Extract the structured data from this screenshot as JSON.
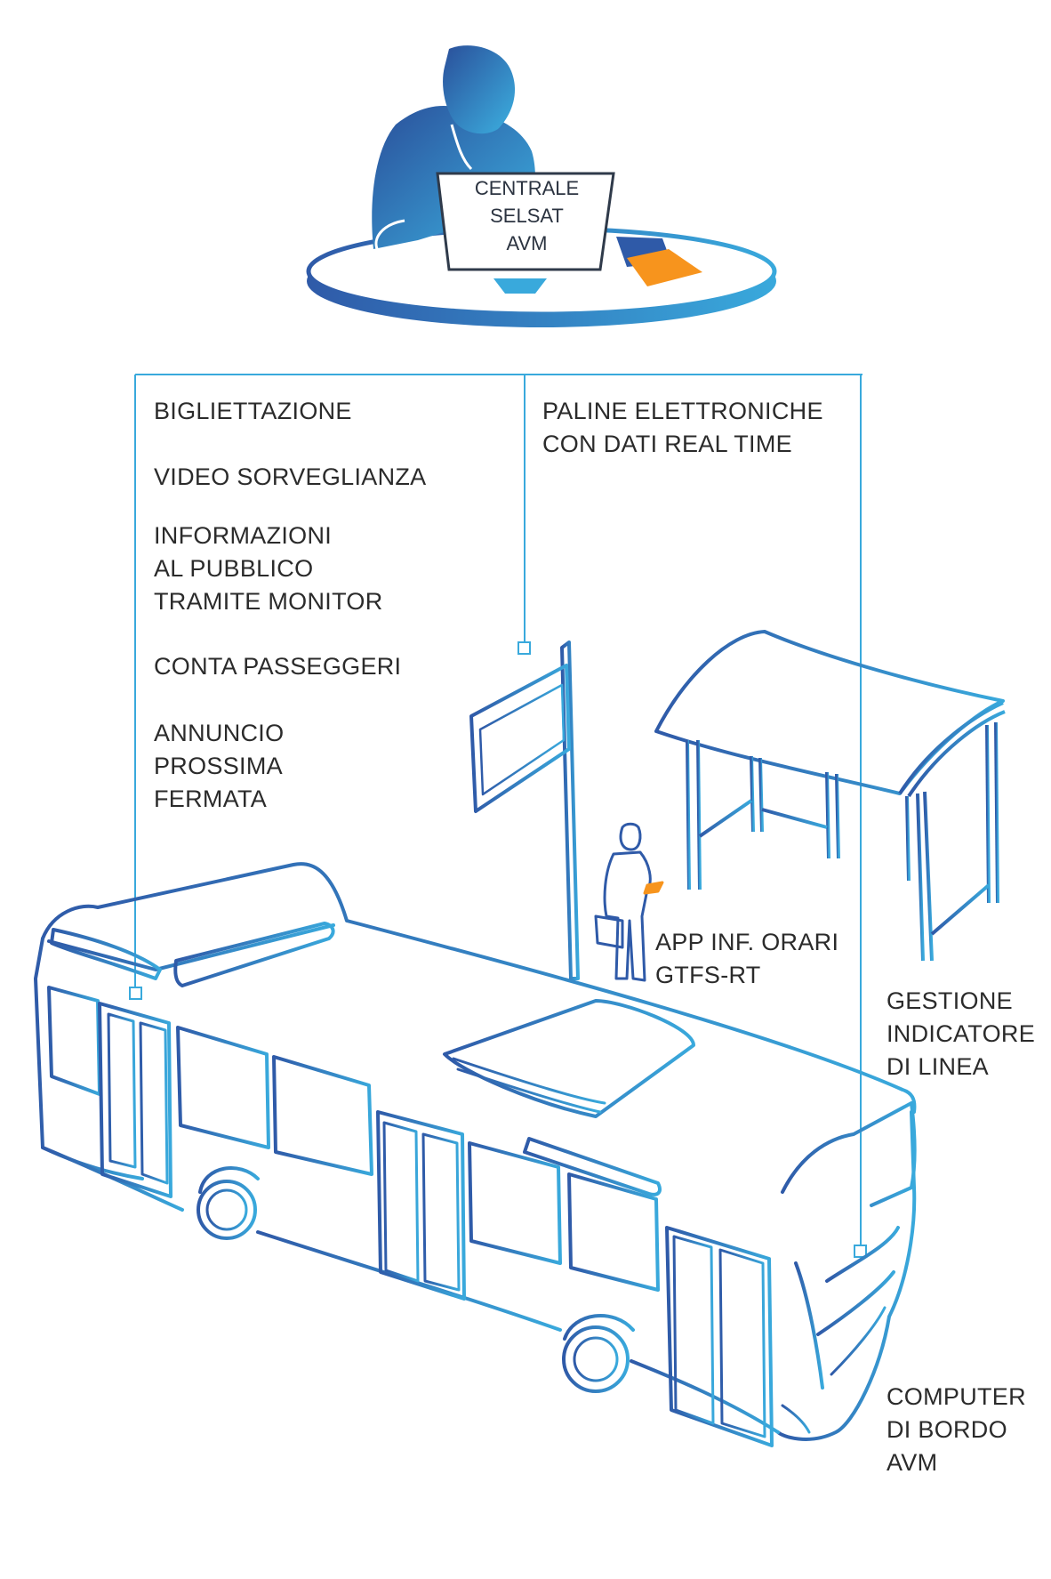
{
  "monitor": {
    "lines": [
      "CENTRALE",
      "SELSAT",
      "AVM"
    ]
  },
  "labels": {
    "bigliettazione": "BIGLIETTAZIONE",
    "video": "VIDEO SORVEGLIANZA",
    "informazioni": [
      "INFORMAZIONI",
      "AL PUBBLICO",
      "TRAMITE MONITOR"
    ],
    "conta": "CONTA PASSEGGERI",
    "annuncio": [
      "ANNUNCIO",
      "PROSSIMA",
      "FERMATA"
    ],
    "paline": [
      "PALINE ELETTRONICHE",
      "CON DATI REAL TIME"
    ],
    "app": [
      "APP INF. ORARI",
      "GTFS-RT"
    ],
    "gestione": [
      "GESTIONE",
      "INDICATORE",
      "DI LINEA"
    ],
    "computer": [
      "COMPUTER",
      "DI BORDO",
      "AVM"
    ]
  },
  "colors": {
    "dark_blue": "#2f5aa8",
    "light_blue": "#39a9dc",
    "accent_orange": "#f7941d",
    "text": "#2b2b2b"
  }
}
